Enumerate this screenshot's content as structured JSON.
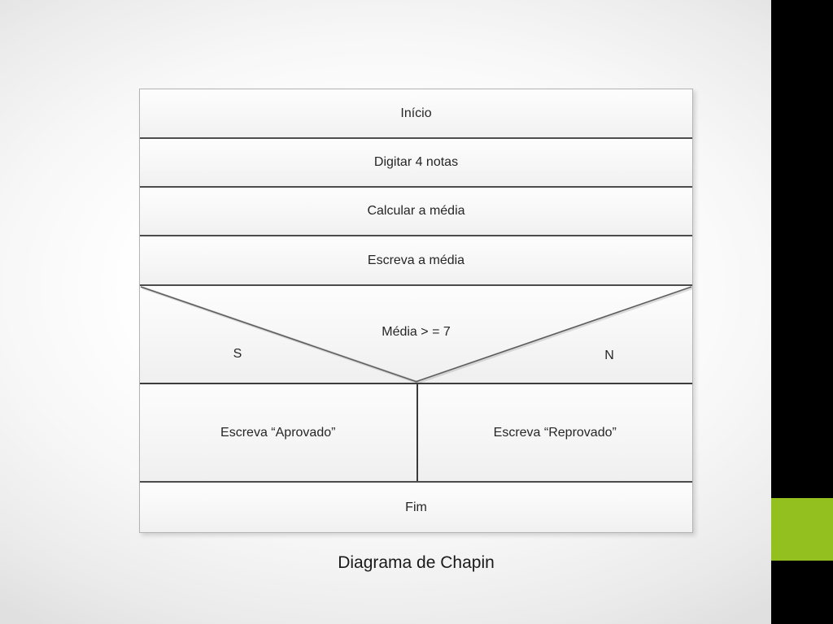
{
  "slide": {
    "caption": "Diagrama de Chapin"
  },
  "diagram": {
    "type": "chapin-nassi-shneiderman",
    "rows": [
      {
        "label": "Início"
      },
      {
        "label": "Digitar 4 notas"
      },
      {
        "label": "Calcular a média"
      },
      {
        "label": "Escreva a média"
      }
    ],
    "decision": {
      "condition": "Média > = 7",
      "yes_label": "S",
      "no_label": "N",
      "yes_branch": "Escreva “Aprovado”",
      "no_branch": "Escreva “Reprovado”"
    },
    "end": {
      "label": "Fim"
    }
  },
  "colors": {
    "sidebar_black": "#000000",
    "accent_green": "#93c01e",
    "separator_gray": "#4c4c4c"
  }
}
